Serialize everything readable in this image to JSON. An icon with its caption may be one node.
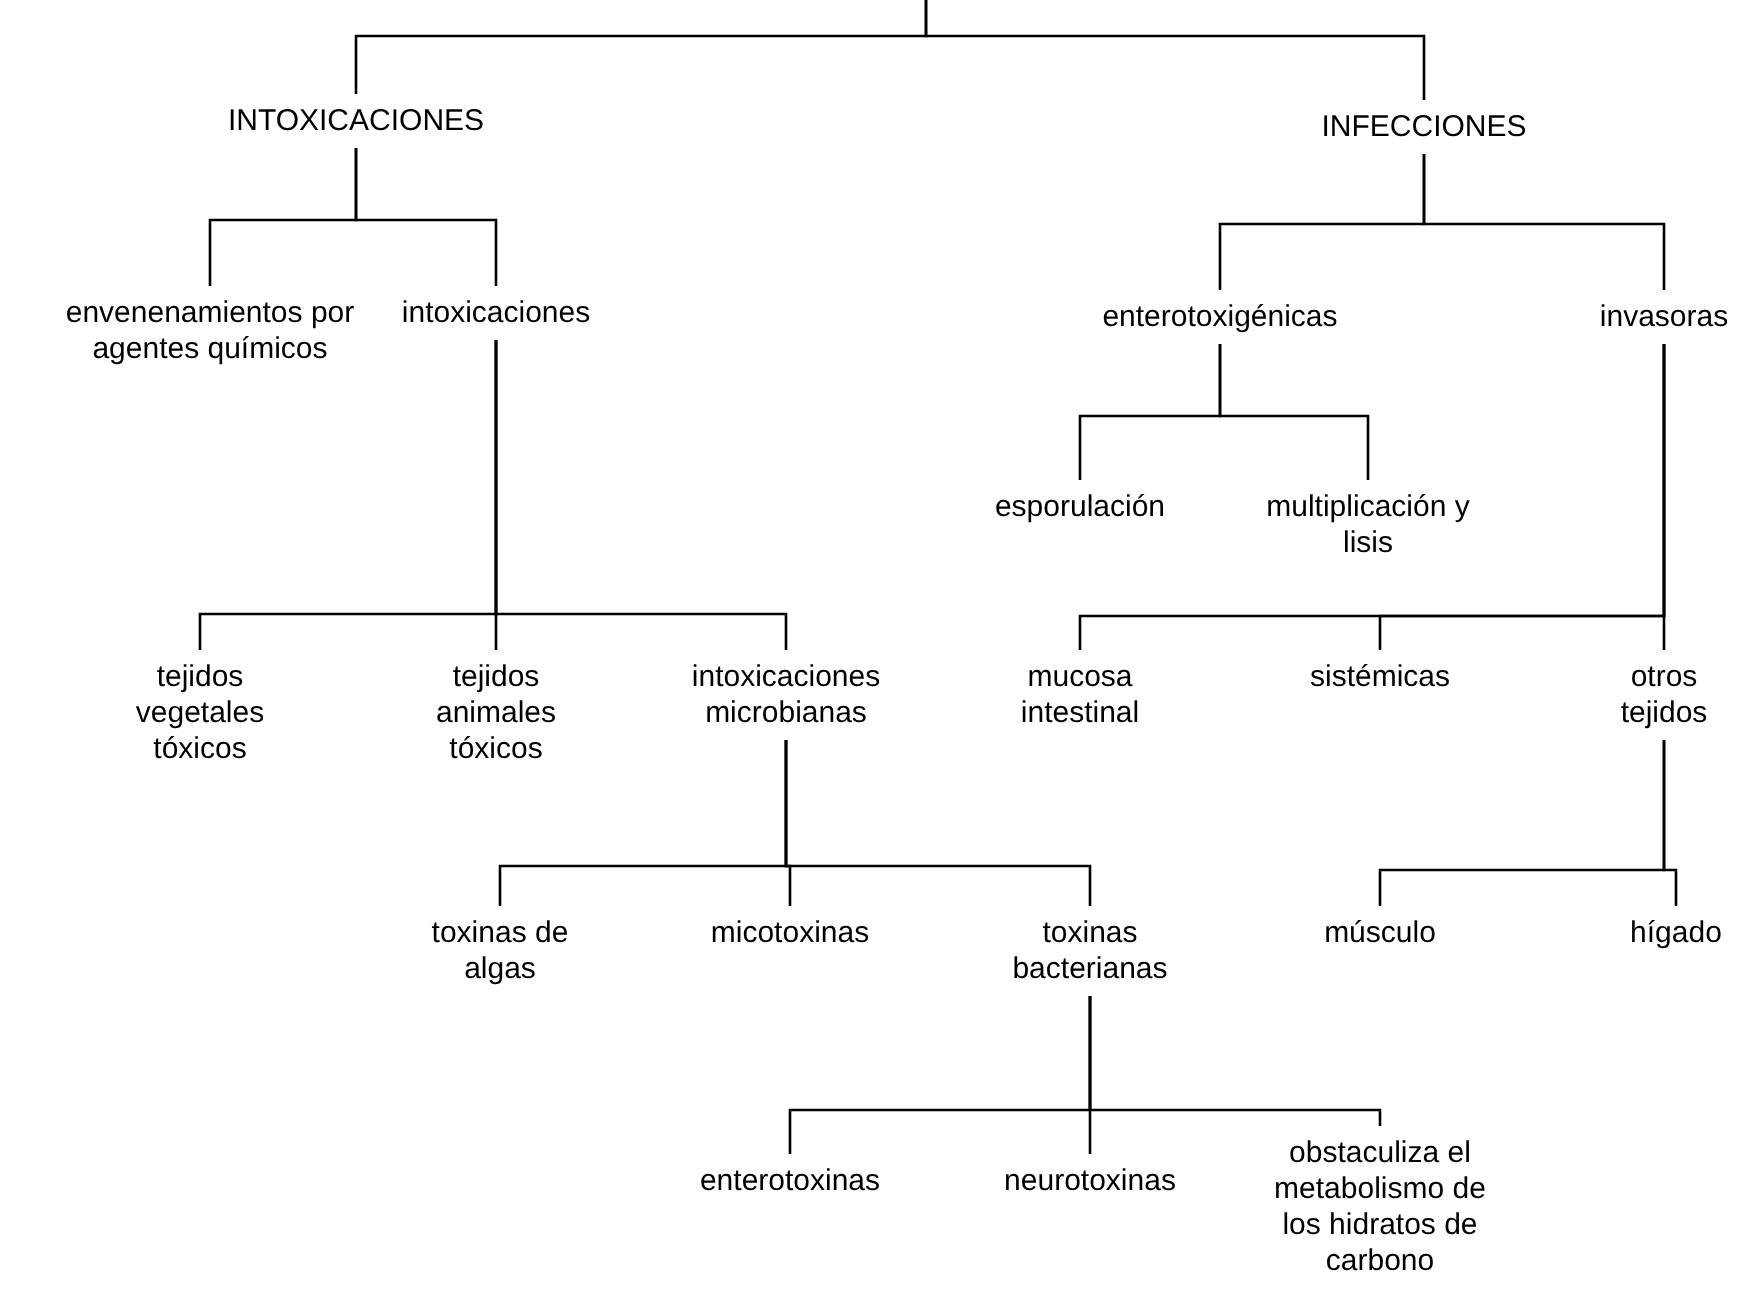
{
  "diagram": {
    "nodes": [
      {
        "text": [
          "INTOXICACIONES"
        ]
      },
      {
        "text": [
          "INFECCIONES"
        ]
      },
      {
        "text": [
          "envenenamientos por agentes químicos"
        ]
      },
      {
        "text": [
          "intoxicaciones"
        ]
      },
      {
        "text": [
          "enterotoxigénicas"
        ]
      },
      {
        "text": [
          "invasoras"
        ]
      },
      {
        "text": [
          "esporulación"
        ]
      },
      {
        "text": [
          "multiplicación y lisis"
        ]
      },
      {
        "text": [
          "tejidos vegetales tóxicos"
        ]
      },
      {
        "text": [
          "tejidos animales tóxicos"
        ]
      },
      {
        "text": [
          "intoxicaciones microbianas"
        ]
      },
      {
        "text": [
          "mucosa intestinal"
        ]
      },
      {
        "text": [
          "sistémicas"
        ]
      },
      {
        "text": [
          "otros tejidos"
        ]
      },
      {
        "text": [
          "toxinas de algas"
        ]
      },
      {
        "text": [
          "micotoxinas"
        ]
      },
      {
        "text": [
          "toxinas bacterianas"
        ]
      },
      {
        "text": [
          "músculo"
        ]
      },
      {
        "text": [
          "hígado"
        ]
      },
      {
        "text": [
          "enterotoxinas"
        ]
      },
      {
        "text": [
          "neurotoxinas"
        ]
      },
      {
        "text": [
          "obstaculiza el metabolismo de los hidratos de carbono"
        ]
      }
    ],
    "edges": [
      {
        "from": null,
        "to": 0,
        "arrow": "none"
      },
      {
        "from": null,
        "to": 1,
        "arrow": "none"
      },
      {
        "from": 0,
        "to": 2,
        "arrow": "none"
      },
      {
        "from": 0,
        "to": 3,
        "arrow": "none"
      },
      {
        "from": 1,
        "to": 4,
        "arrow": "none"
      },
      {
        "from": 1,
        "to": 5,
        "arrow": "none"
      },
      {
        "from": 4,
        "to": 6,
        "arrow": "none"
      },
      {
        "from": 4,
        "to": 7,
        "arrow": "none"
      },
      {
        "from": 3,
        "to": 8,
        "arrow": "none"
      },
      {
        "from": 3,
        "to": 9,
        "arrow": "none"
      },
      {
        "from": 3,
        "to": 10,
        "arrow": "none"
      },
      {
        "from": 5,
        "to": 11,
        "arrow": "none"
      },
      {
        "from": 5,
        "to": 12,
        "arrow": "none"
      },
      {
        "from": 5,
        "to": 13,
        "arrow": "none"
      },
      {
        "from": 10,
        "to": 14,
        "arrow": "none"
      },
      {
        "from": 10,
        "to": 15,
        "arrow": "none"
      },
      {
        "from": 10,
        "to": 16,
        "arrow": "none"
      },
      {
        "from": 13,
        "to": 17,
        "arrow": "none"
      },
      {
        "from": 13,
        "to": 18,
        "arrow": "none"
      },
      {
        "from": 16,
        "to": 19,
        "arrow": "none"
      },
      {
        "from": 16,
        "to": 20,
        "arrow": "none"
      },
      {
        "from": 16,
        "to": 21,
        "arrow": "none"
      }
    ]
  }
}
